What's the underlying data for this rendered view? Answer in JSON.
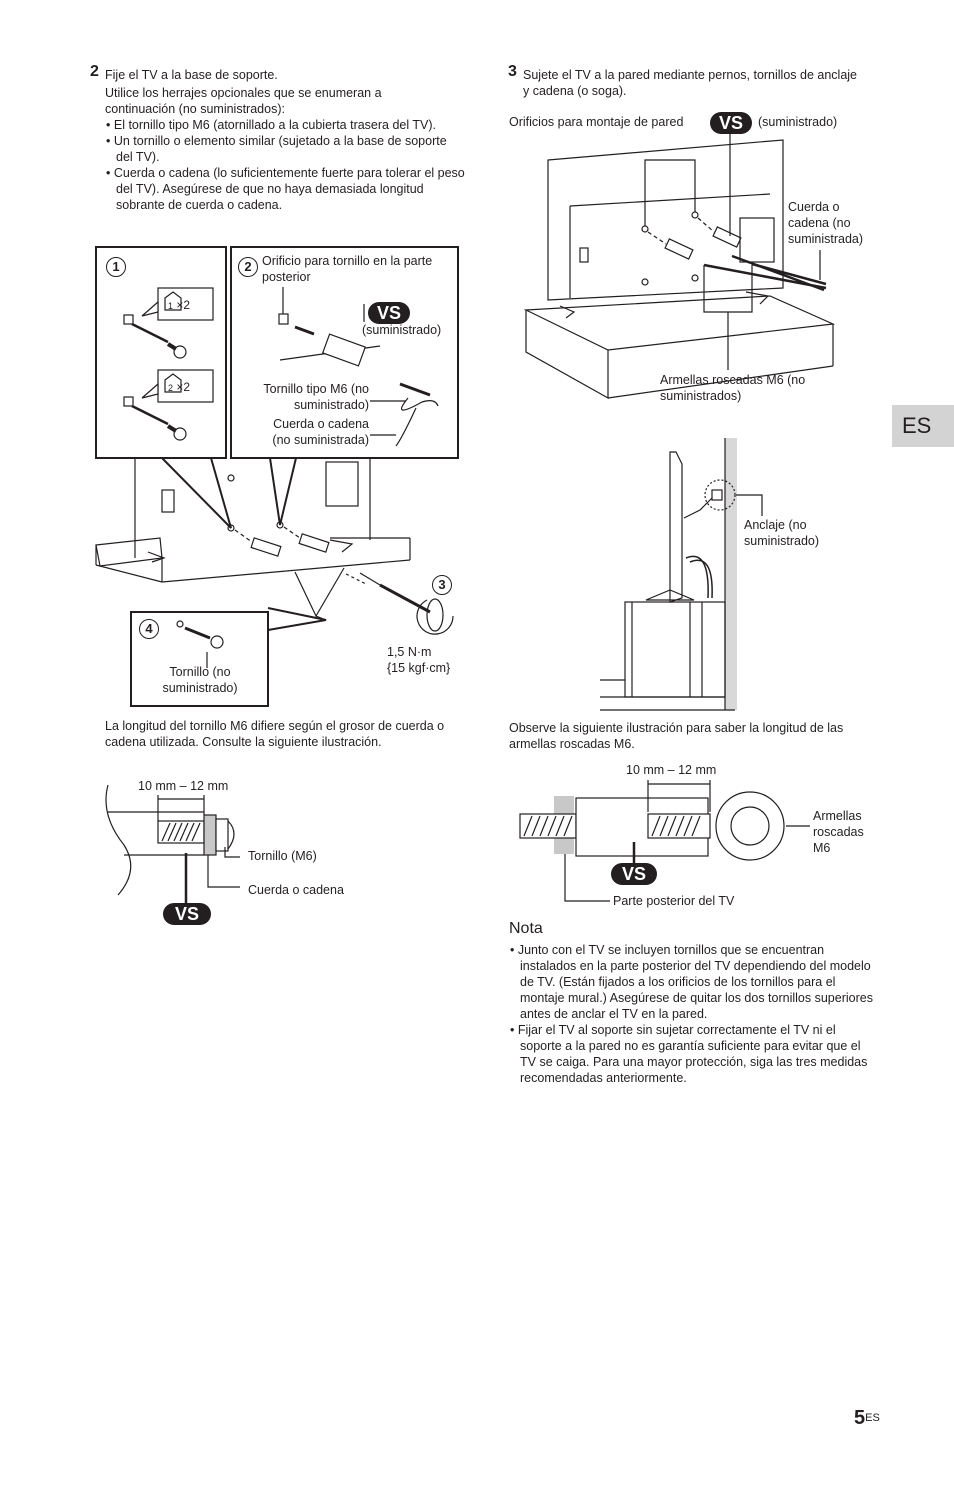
{
  "step2": {
    "num": "2",
    "intro": "Fije el TV a la base de soporte.",
    "sub": "Utilice los herrajes opcionales que se enumeran a continuación (no suministrados):",
    "bullets": [
      "El tornillo tipo M6 (atornillado a la cubierta trasera del TV).",
      "Un tornillo o elemento similar (sujetado a la base de soporte del TV).",
      "Cuerda o cadena (lo suficientemente fuerte para tolerar el peso del TV). Asegúrese de que no haya demasiada longitud sobrante de cuerda o cadena."
    ]
  },
  "fig1": {
    "c1": "1",
    "c2": "2",
    "c3": "3",
    "c4": "4",
    "x2a": "×2",
    "x2b": "×2",
    "icon1": "1",
    "icon2": "2",
    "orificio": "Orificio para tornillo en la parte posterior",
    "vs": "VS",
    "suministrado": "(suministrado)",
    "tornillo_m6": "Tornillo tipo M6 (no suministrado)",
    "cuerda": "Cuerda o cadena (no suministrada)",
    "torque1": "1,5 N·m",
    "torque2": "{15 kgf·cm}",
    "tornillo_no": "Tornillo (no suministrado)"
  },
  "m6_note": "La longitud del tornillo M6 difiere según el grosor de cuerda o cadena utilizada. Consulte la siguiente ilustración.",
  "fig2": {
    "dim": "10 mm – 12 mm",
    "tornillo": "Tornillo (M6)",
    "cuerda": "Cuerda o cadena",
    "vs": "VS"
  },
  "step3": {
    "num": "3",
    "text": "Sujete el TV a la pared mediante pernos, tornillos de anclaje y cadena (o soga)."
  },
  "fig3": {
    "orificios": "Orificios para montaje de pared",
    "vs": "VS",
    "suministrado": "(suministrado)",
    "cuerda": "Cuerda o cadena (no suministrada)",
    "armellas": "Armellas roscadas M6 (no suministrados)"
  },
  "fig4": {
    "anclaje": "Anclaje (no suministrado)"
  },
  "tab": "ES",
  "observe": "Observe la siguiente ilustración para saber la longitud de las armellas roscadas M6.",
  "fig5": {
    "dim": "10 mm – 12 mm",
    "armellas": "Armellas roscadas M6",
    "parte": "Parte posterior del TV",
    "vs": "VS"
  },
  "nota": {
    "title": "Nota",
    "bullets": [
      "Junto con el TV se incluyen tornillos que se encuentran instalados en la parte posterior del TV dependiendo del modelo de TV. (Están fijados a los orificios de los tornillos para el montaje mural.) Asegúrese de quitar los dos tornillos superiores antes de anclar el TV en la pared.",
      "Fijar el TV al soporte sin sujetar correctamente el TV ni el soporte a la pared no es garantía suficiente para evitar que el TV se caiga. Para una mayor protección, siga las tres medidas recomendadas anteriormente."
    ]
  },
  "page": {
    "num": "5",
    "sup": "ES"
  }
}
